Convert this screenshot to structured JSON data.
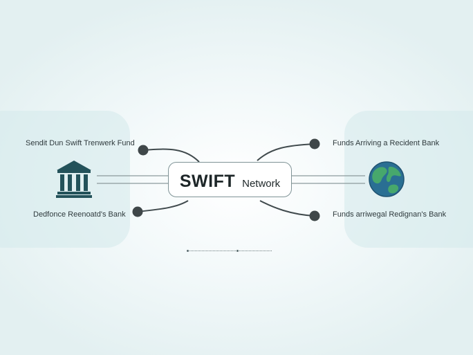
{
  "diagram": {
    "center": {
      "title": "SWIFT",
      "subtitle": "Network"
    },
    "left": {
      "top_label": "Sendit Dun Swift Trenwerk Fund",
      "bottom_label": "Dedfonce Reenoatd's Bank",
      "icon": "bank-building-icon"
    },
    "right": {
      "top_label": "Funds Arriving a Recident Bank",
      "bottom_label": "Funds arriwegal Redignan's Bank",
      "icon": "globe-icon"
    },
    "colors": {
      "bank": "#23525a",
      "globe_ocean": "#2a6f93",
      "globe_land": "#47a86c",
      "connector": "#404a4d",
      "box_border": "#7f9396"
    }
  }
}
